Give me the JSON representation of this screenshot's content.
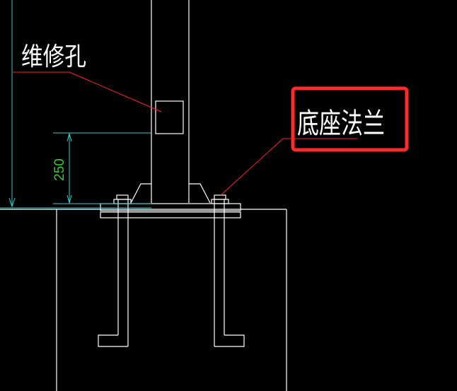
{
  "annotations": {
    "maintenance_hole": "维修孔",
    "base_flange": "底座法兰"
  },
  "dimension": {
    "value": "250"
  },
  "colors": {
    "background": "#000000",
    "lines": "#ffffff",
    "dimension_line": "#33cccc",
    "dimension_text": "#33cc33",
    "leader": "#ff2020",
    "highlight_box": "#ff2a2a"
  }
}
